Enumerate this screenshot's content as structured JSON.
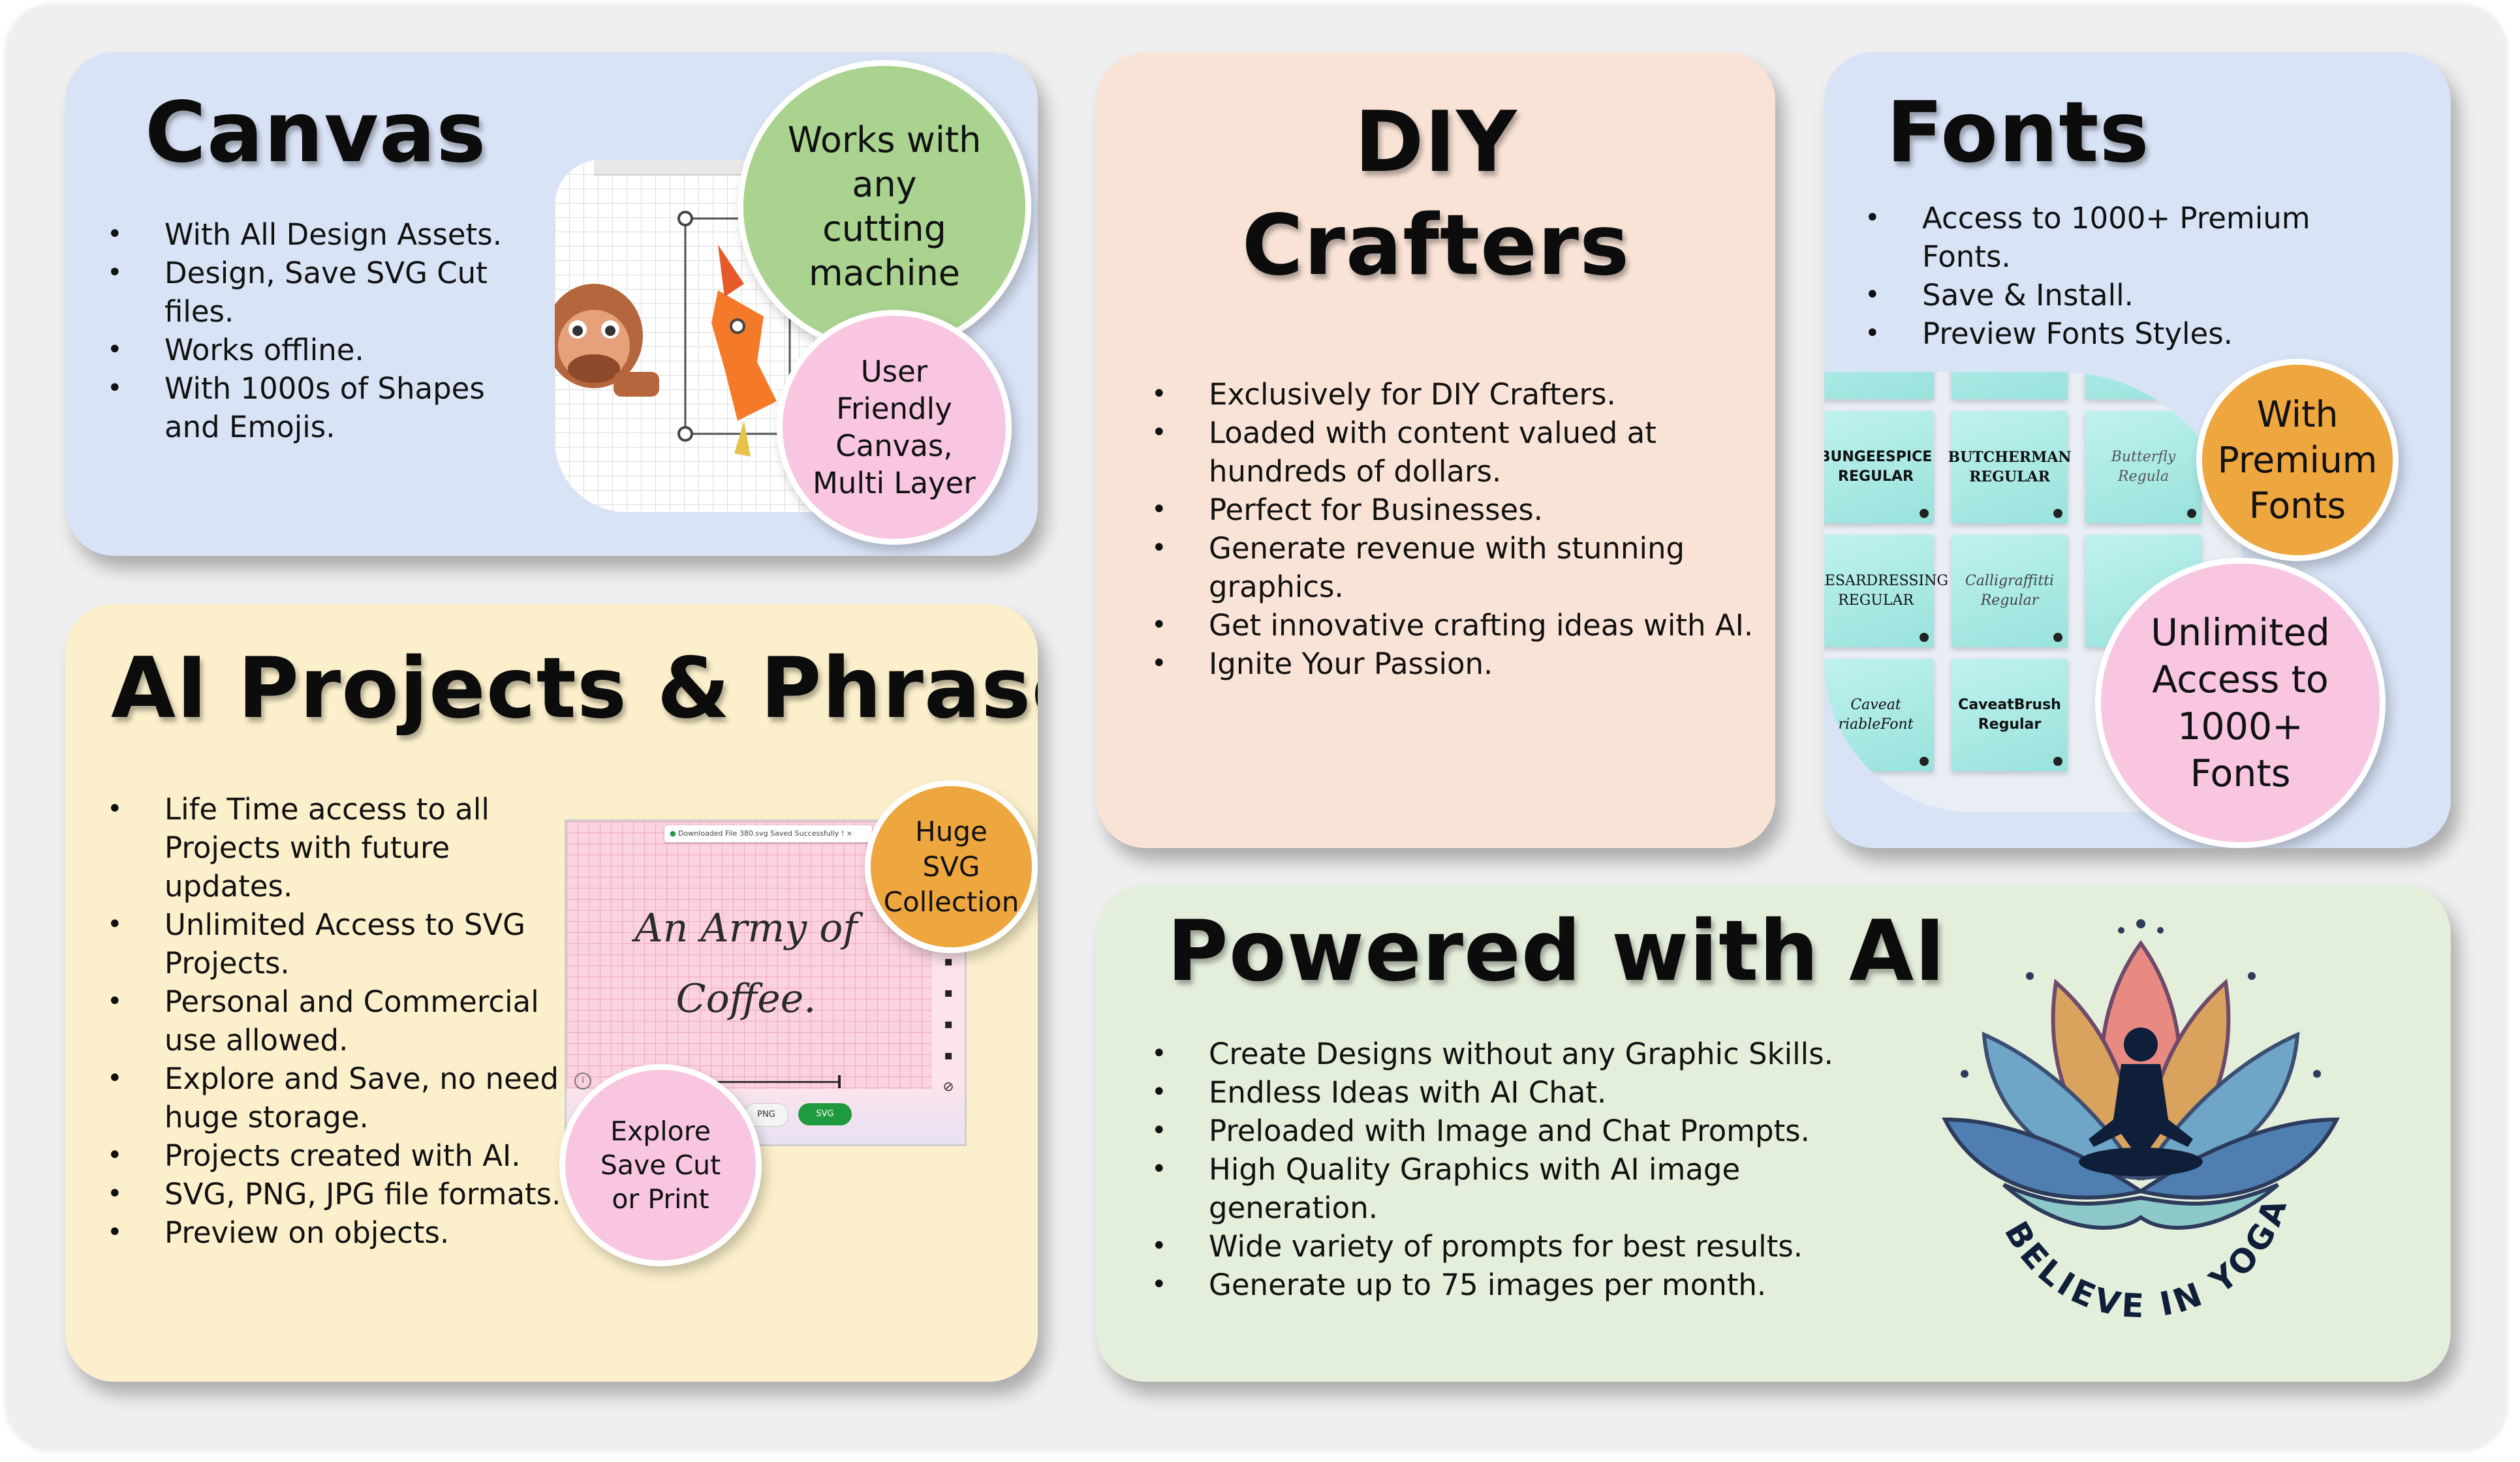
{
  "colors": {
    "page_bg": "#efefef",
    "canvas_card": "#d9e3f6",
    "diy_card": "#f9e3d6",
    "fonts_card": "#d8e3f6",
    "ai_projects_card": "#fcf0cc",
    "powered_card": "#e4efdb",
    "green_bubble": "#a9d38f",
    "pink_bubble": "#f8c6e0",
    "orange_bubble": "#eea63e",
    "tile_teal": "#aeeee8"
  },
  "canvas": {
    "title": "Canvas",
    "bullets": [
      "With All Design Assets.",
      "Design, Save SVG Cut files.",
      "Works offline.",
      "With 1000s of Shapes and Emojis."
    ],
    "bubble_green": "Works with any cutting machine",
    "bubble_pink": "User Friendly Canvas, Multi Layer"
  },
  "diy": {
    "title_line1": "DIY",
    "title_line2": "Crafters",
    "bullets": [
      "Exclusively for DIY Crafters.",
      "Loaded with content valued at hundreds of dollars.",
      "Perfect for Businesses.",
      "Generate revenue with stunning graphics.",
      "Get innovative crafting ideas with AI.",
      "Ignite Your Passion."
    ]
  },
  "fonts": {
    "title": "Fonts",
    "bullets": [
      "Access to 1000+ Premium Fonts.",
      "Save & Install.",
      "Preview Fonts Styles."
    ],
    "bubble_orange": "With Premium Fonts",
    "bubble_pink": "Unlimited Access to 1000+ Fonts",
    "tiles": [
      {
        "name": "BUNGEESPICE",
        "style": "REGULAR"
      },
      {
        "name": "BUTCHERMAN",
        "style": "REGULAR"
      },
      {
        "name": "Butterfly",
        "style": "Regula"
      },
      {
        "name": "CAESARDRESSING",
        "style": "REGULAR"
      },
      {
        "name": "Calligraffitti",
        "style": "Regular"
      },
      {
        "name": "Caveat",
        "style": "riableFont"
      },
      {
        "name": "CaveatBrush",
        "style": "Regular"
      }
    ]
  },
  "ai_projects": {
    "title": "AI Projects & Phrases",
    "bullets": [
      "Life Time access to all Projects with future updates.",
      "Unlimited Access to SVG Projects.",
      "Personal and Commercial use allowed.",
      "Explore and Save, no need huge storage.",
      "Projects created with AI.",
      "SVG, PNG, JPG file formats.",
      "Preview on objects."
    ],
    "bubble_orange": "Huge SVG Collection",
    "bubble_pink": "Explore Save Cut or Print",
    "mockup": {
      "toast_label": "Downloaded",
      "toast_detail": "File 380.svg Saved Successfully !",
      "phrase_line1": "An Army of",
      "phrase_line2": "Coffee.",
      "png_label": "PNG",
      "svg_label": "SVG"
    }
  },
  "powered": {
    "title": "Powered with AI",
    "bullets": [
      "Create Designs without any Graphic Skills.",
      "Endless Ideas with AI Chat.",
      "Preloaded with Image and Chat Prompts.",
      "High Quality Graphics with AI image generation.",
      "Wide variety of prompts for best results.",
      "Generate up to 75 images per month."
    ],
    "image_text": "I BELIEVE IN YOGA"
  }
}
